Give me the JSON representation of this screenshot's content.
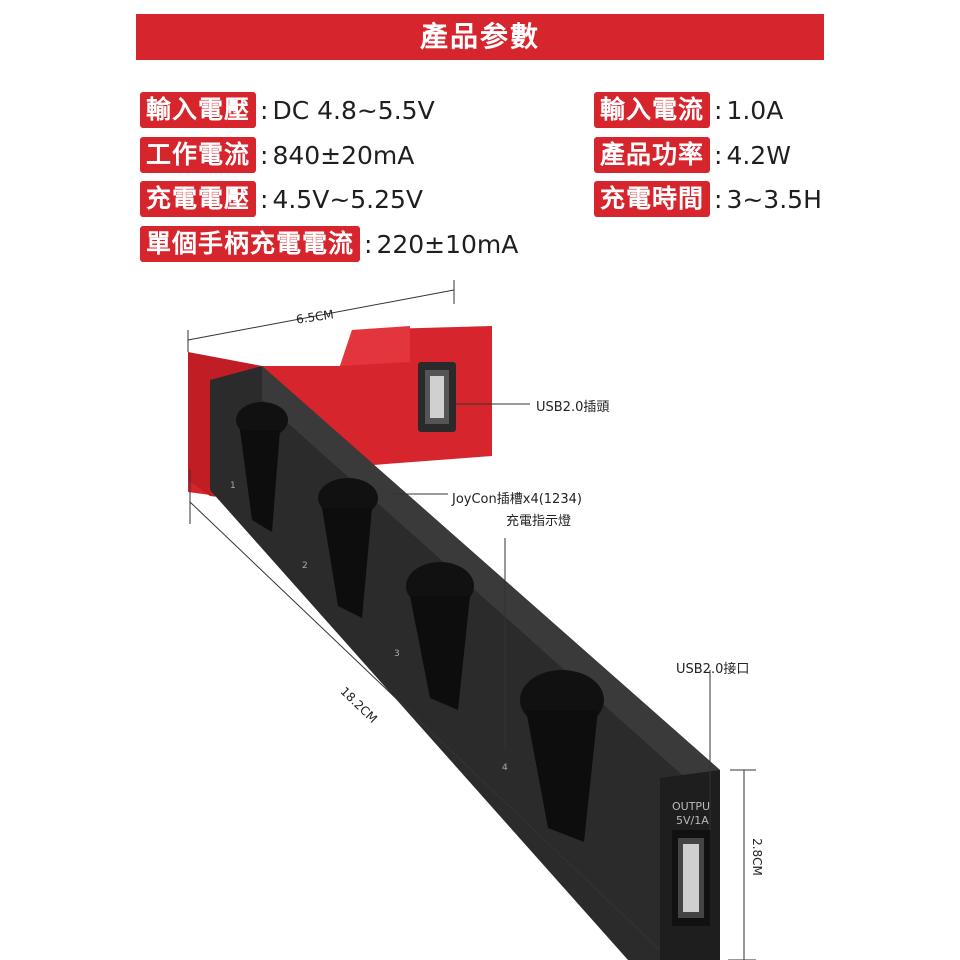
{
  "banner": {
    "title": "產品参數"
  },
  "specs": {
    "input_voltage": {
      "label": "輸入電壓",
      "value": "DC 4.8~5.5V"
    },
    "input_current": {
      "label": "輸入電流",
      "value": "1.0A"
    },
    "working_current": {
      "label": "工作電流",
      "value": "840±20mA"
    },
    "power": {
      "label": "產品功率",
      "value": "4.2W"
    },
    "charge_voltage": {
      "label": "充電電壓",
      "value": "4.5V~5.25V"
    },
    "charge_time": {
      "label": "充電時間",
      "value": "3~3.5H"
    },
    "single_controller_current": {
      "label": "單個手柄充電電流",
      "value": "220±10mA"
    }
  },
  "annotations": {
    "usb_plug": "USB2.0插頭",
    "joycon_slots": "JoyCon插槽x4(1234)",
    "charge_indicator": "充電指示燈",
    "usb_port": "USB2.0接口"
  },
  "dimensions": {
    "width": "6.5CM",
    "length": "18.2CM",
    "height": "2.8CM"
  },
  "device_print": {
    "port_line1": "OUTPU",
    "port_line2": "5V/1A",
    "slot_numbers": [
      "1",
      "2",
      "3",
      "4"
    ]
  },
  "colors": {
    "accent": "#d7252d",
    "body": "#2b2b2b"
  }
}
